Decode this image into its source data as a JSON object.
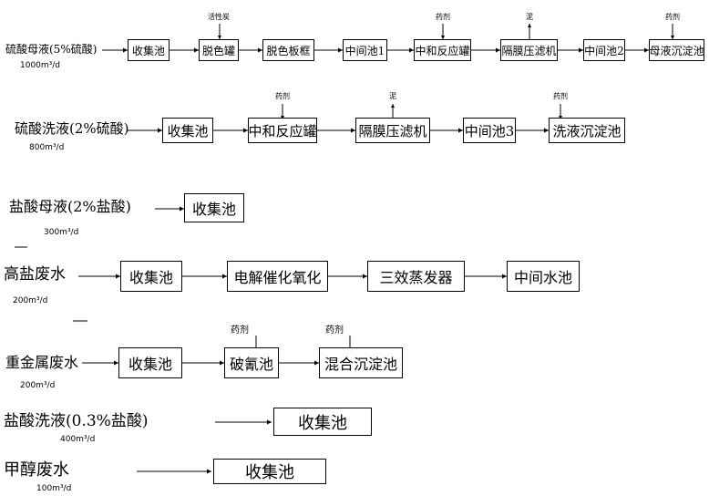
{
  "rows": [
    {
      "source": "硫酸母液(5%硫酸)",
      "flow": "1000m³/d",
      "units": [
        "收集池",
        "脱色罐",
        "脱色板框",
        "中间池1",
        "中和反应罐",
        "隔膜压滤机",
        "中间池2",
        "母液沉淀池"
      ],
      "notes": [
        "活性炭",
        "药剂",
        "泥",
        "药剂"
      ]
    },
    {
      "source": "硫酸洗液(2%硫酸)",
      "flow": "800m³/d",
      "units": [
        "收集池",
        "中和反应罐",
        "隔膜压滤机",
        "中间池3",
        "洗液沉淀池"
      ],
      "notes": [
        "药剂",
        "泥",
        "药剂"
      ]
    },
    {
      "source": "盐酸母液(2%盐酸)",
      "flow": "300m³/d",
      "units": [
        "收集池"
      ]
    },
    {
      "source": "高盐废水",
      "flow": "200m³/d",
      "units": [
        "收集池",
        "电解催化氧化",
        "三效蒸发器",
        "中间水池"
      ]
    },
    {
      "source": "重金属废水",
      "flow": "200m³/d",
      "units": [
        "收集池",
        "破氰池",
        "混合沉淀池"
      ],
      "notes": [
        "药剂",
        "药剂"
      ]
    },
    {
      "source": "盐酸洗液(0.3%盐酸)",
      "flow": "400m³/d",
      "units": [
        "收集池"
      ]
    },
    {
      "source": "甲醇废水",
      "flow": "100m³/d",
      "units": [
        "收集池"
      ]
    }
  ]
}
